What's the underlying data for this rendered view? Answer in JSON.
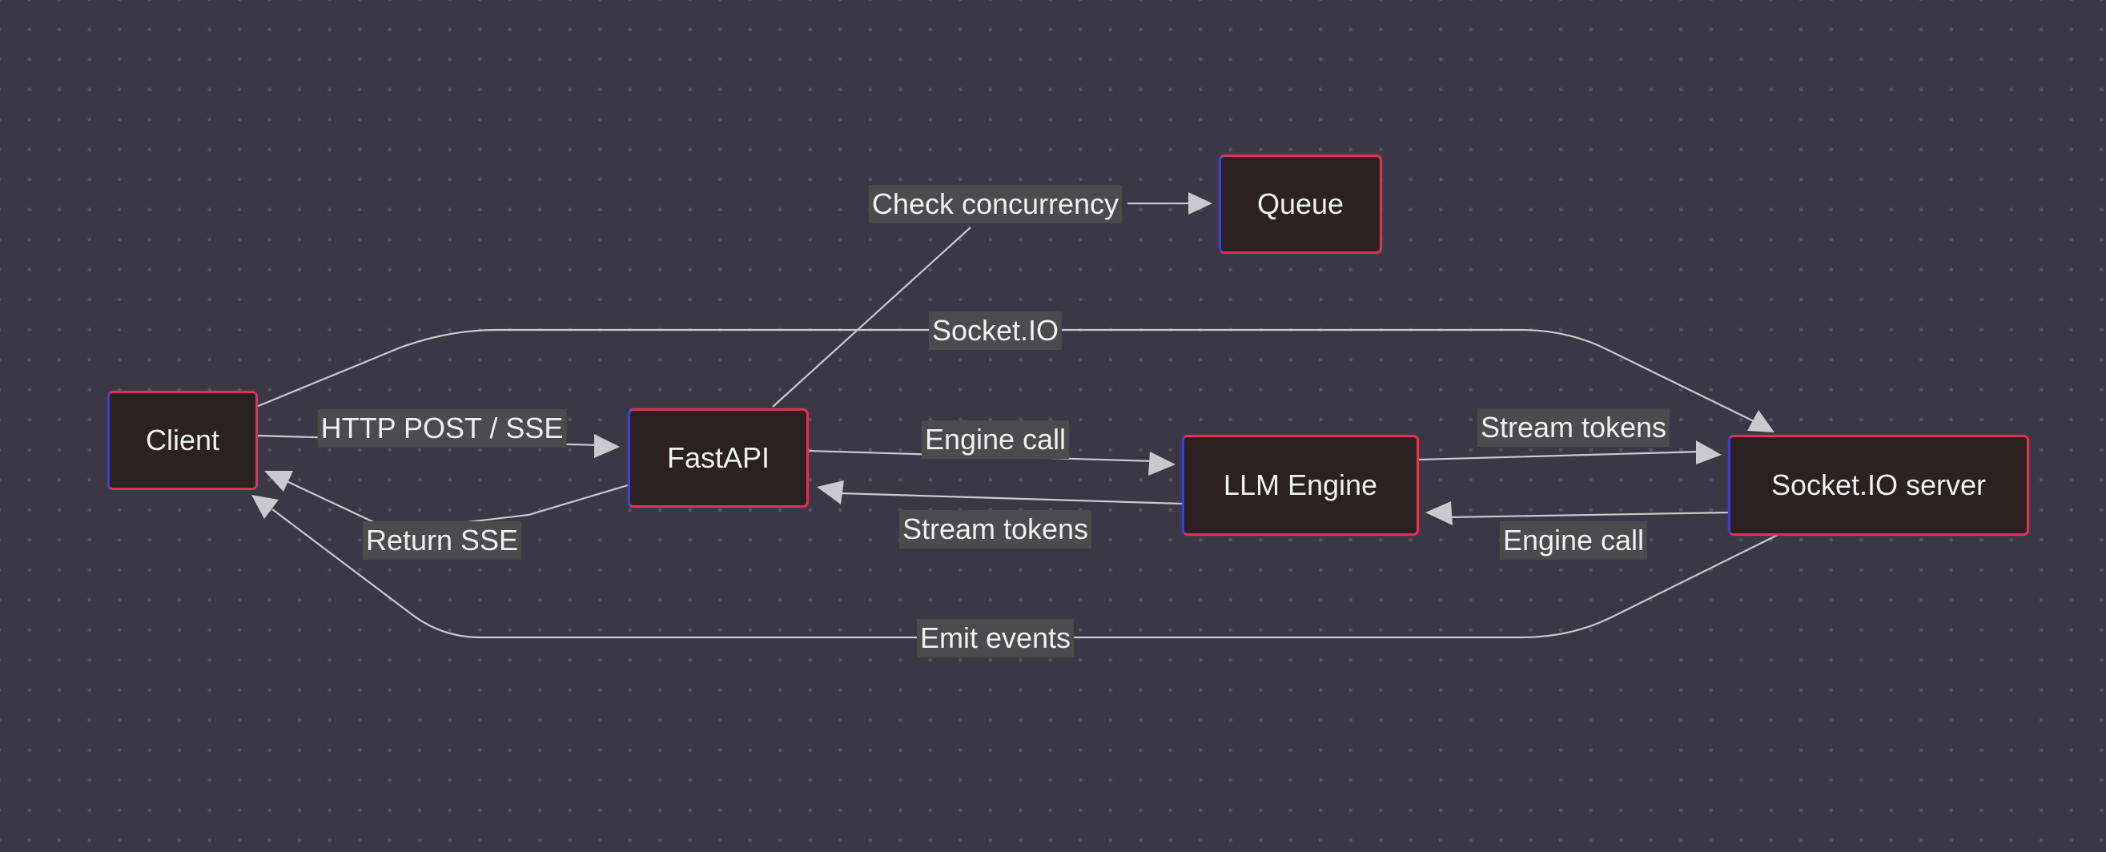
{
  "nodes": {
    "client": "Client",
    "fastapi": "FastAPI",
    "queue": "Queue",
    "llm_engine": "LLM Engine",
    "socketio_server": "Socket.IO server"
  },
  "edges": {
    "http_post_sse": "HTTP POST / SSE",
    "return_sse": "Return SSE",
    "check_concurrency": "Check concurrency",
    "socketio": "Socket.IO",
    "engine_call_fastapi": "Engine call",
    "stream_tokens_to_fastapi": "Stream tokens",
    "stream_tokens_to_server": "Stream tokens",
    "engine_call_server": "Engine call",
    "emit_events": "Emit events"
  },
  "colors": {
    "background": "#393844",
    "node_fill": "#2b2122",
    "node_border_red": "#e0334f",
    "node_border_blue": "#3b40d8",
    "edge": "#c9c9cf",
    "label_bg": "#4b4a4c"
  }
}
